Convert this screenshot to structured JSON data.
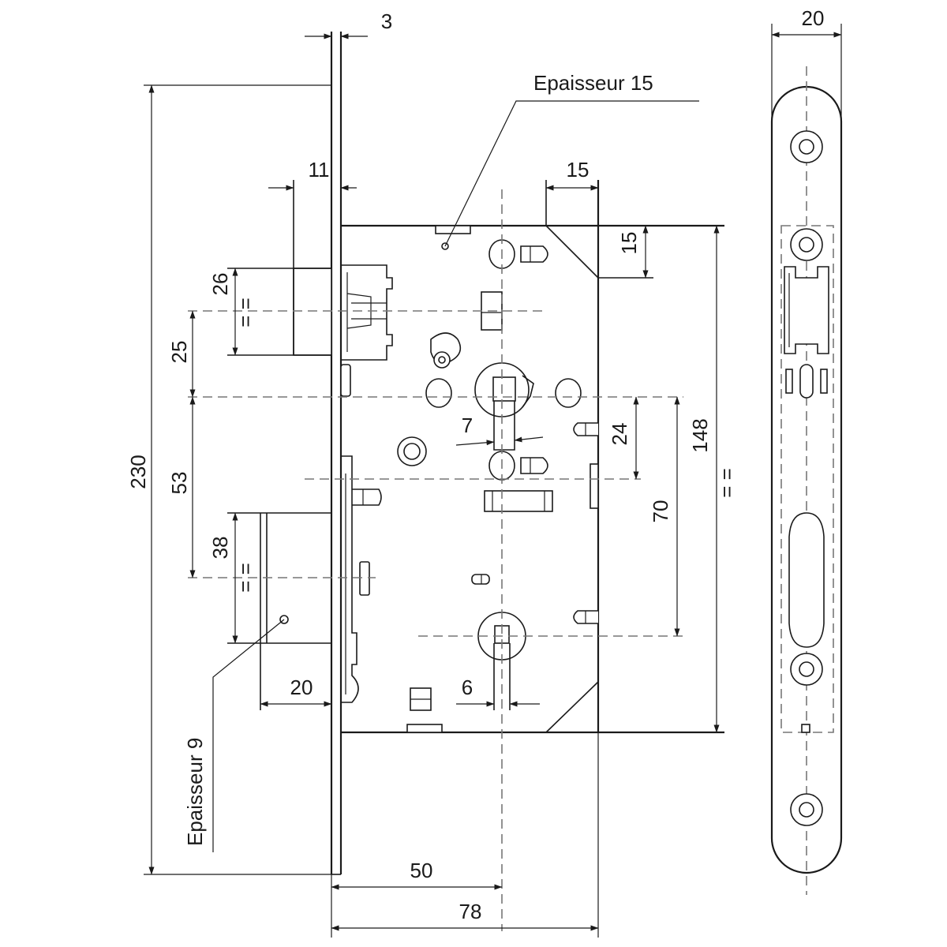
{
  "colors": {
    "line": "#1a1a1a",
    "axis_dash": "#777777",
    "background": "#ffffff"
  },
  "labels": {
    "thickness_15": "Epaisseur 15",
    "thickness_9": "Epaisseur 9"
  },
  "dimensions": {
    "faceplate_thickness": "3",
    "total_height": "230",
    "latch_projection": "11",
    "corner_15_h": "15",
    "corner_15_v": "15",
    "latch_height": "26",
    "latch_center": "= =",
    "follower_offset": "25",
    "handle_to_key": "53",
    "bolt_height": "38",
    "bolt_center": "= =",
    "bolt_projection": "20",
    "follower_square": "7",
    "spindle_gap": "24",
    "case_height": "148",
    "case_center": "= =",
    "axis_distance": "70",
    "key_square": "6",
    "backset": "50",
    "case_depth": "78",
    "faceplate_width": "20"
  }
}
